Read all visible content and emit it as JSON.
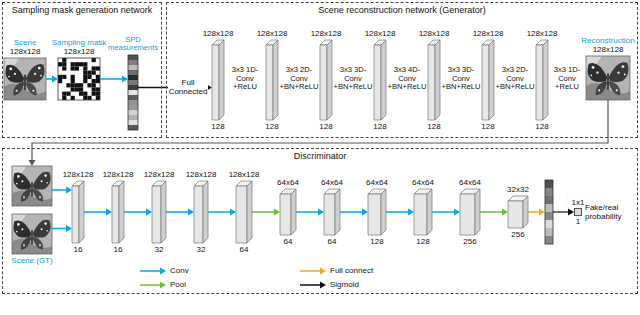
{
  "diagram": {
    "nodes": [
      {
        "text": [
          "Sampling mask generation network"
        ]
      },
      {
        "text": [
          "Scene",
          "128x128"
        ],
        "in": 0
      },
      {
        "text": [
          "Sampling mask",
          "128x128"
        ],
        "in": 0
      },
      {
        "text": [
          "SPD measurements"
        ],
        "in": 0
      },
      {
        "text": [
          "Scene reconstruction network (Generator)"
        ]
      },
      {
        "text": [
          "128x128",
          "128"
        ],
        "in": 4
      },
      {
        "text": [
          "128x128",
          "128"
        ],
        "in": 4
      },
      {
        "text": [
          "128x128",
          "128"
        ],
        "in": 4
      },
      {
        "text": [
          "128x128",
          "128"
        ],
        "in": 4
      },
      {
        "text": [
          "128x128",
          "128"
        ],
        "in": 4
      },
      {
        "text": [
          "128x128",
          "128"
        ],
        "in": 4
      },
      {
        "text": [
          "128x128",
          "128"
        ],
        "in": 4
      },
      {
        "text": [
          "Reconstruction",
          "128x128"
        ],
        "in": 4
      },
      {
        "text": [
          "Discriminator"
        ]
      },
      {
        "text": [
          "Scene (GT)"
        ],
        "in": 13
      },
      {
        "text": [
          "128x128",
          "16"
        ],
        "in": 13
      },
      {
        "text": [
          "128x128",
          "16"
        ],
        "in": 13
      },
      {
        "text": [
          "128x128",
          "32"
        ],
        "in": 13
      },
      {
        "text": [
          "128x128",
          "32"
        ],
        "in": 13
      },
      {
        "text": [
          "128x128",
          "64"
        ],
        "in": 13
      },
      {
        "text": [
          "64x64",
          "64"
        ],
        "in": 13
      },
      {
        "text": [
          "64x64",
          "64"
        ],
        "in": 13
      },
      {
        "text": [
          "64x64",
          "128"
        ],
        "in": 13
      },
      {
        "text": [
          "64x64",
          "128"
        ],
        "in": 13
      },
      {
        "text": [
          "64x64",
          "256"
        ],
        "in": 13
      },
      {
        "text": [
          "32x32",
          "256"
        ],
        "in": 13
      },
      {
        "text": [
          "1x1",
          "1",
          "Fake/real probability"
        ],
        "in": 13
      }
    ],
    "edges": [
      {
        "from": 1,
        "to": 2,
        "arrow": "to"
      },
      {
        "from": 2,
        "to": 3,
        "arrow": "to"
      },
      {
        "from": 3,
        "to": 5,
        "arrow": "to",
        "label": "Full Connected"
      },
      {
        "from": 14,
        "to": 15,
        "arrow": "to"
      },
      {
        "from": 15,
        "to": 16,
        "arrow": "to"
      },
      {
        "from": 16,
        "to": 17,
        "arrow": "to"
      },
      {
        "from": 17,
        "to": 18,
        "arrow": "to"
      },
      {
        "from": 18,
        "to": 19,
        "arrow": "to"
      },
      {
        "from": 19,
        "to": 20,
        "arrow": "to"
      },
      {
        "from": 20,
        "to": 21,
        "arrow": "to"
      },
      {
        "from": 21,
        "to": 22,
        "arrow": "to"
      },
      {
        "from": 22,
        "to": 23,
        "arrow": "to"
      },
      {
        "from": 23,
        "to": 24,
        "arrow": "to"
      },
      {
        "from": 24,
        "to": 25,
        "arrow": "to"
      }
    ],
    "labels": [
      "3x3 1D-Conv +ReLU",
      "3x3 2D-Conv +BN+ReLU",
      "3x3 3D-Conv +BN+ReLU",
      "3x3 4D-Conv +BN+ReLU",
      "3x3 3D-Conv +BN+ReLU",
      "3x3 2D-Conv +BN+ReLU",
      "3x3 1D-Conv +ReLU"
    ],
    "legend": [
      {
        "text": "Conv"
      },
      {
        "text": "Full connect"
      },
      {
        "text": "Pool"
      },
      {
        "text": "Sigmoid"
      }
    ]
  }
}
